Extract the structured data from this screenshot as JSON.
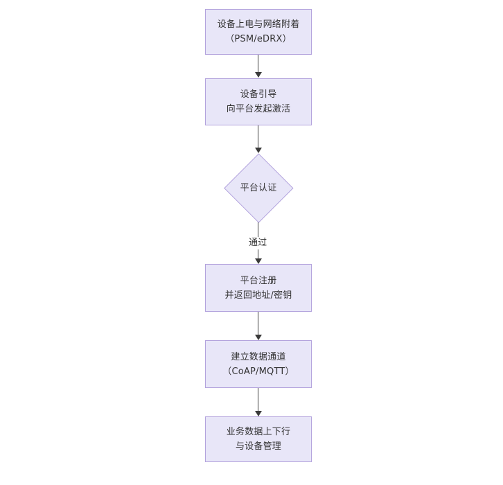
{
  "diagram": {
    "title_visible": false,
    "background_color": "#ffffff",
    "node_fill": "#e8e6f8",
    "node_border": "#b3a3dd",
    "text_color": "#333333",
    "edge_color": "#3a3a3a",
    "orientation": "top-to-bottom",
    "nodes": [
      {
        "id": "power-on",
        "shape": "rectangle",
        "line1": "设备上电与网络附着",
        "line2": "（PSM/eDRX）"
      },
      {
        "id": "bootstrap",
        "shape": "rectangle",
        "line1": "设备引导",
        "line2": "向平台发起激活"
      },
      {
        "id": "platform-auth",
        "shape": "diamond",
        "line1": "平台认证",
        "line2": ""
      },
      {
        "id": "platform-register",
        "shape": "rectangle",
        "line1": "平台注册",
        "line2": "并返回地址/密钥"
      },
      {
        "id": "data-channel",
        "shape": "rectangle",
        "line1": "建立数据通道",
        "line2": "（CoAP/MQTT）"
      },
      {
        "id": "business-data",
        "shape": "rectangle",
        "line1": "业务数据上下行",
        "line2": "与设备管理"
      }
    ],
    "edges": [
      {
        "id": "e1",
        "from": "power-on",
        "to": "bootstrap",
        "label": ""
      },
      {
        "id": "e2",
        "from": "bootstrap",
        "to": "platform-auth",
        "label": ""
      },
      {
        "id": "e3",
        "from": "platform-auth",
        "to": "platform-register",
        "label": "通过"
      },
      {
        "id": "e4",
        "from": "platform-register",
        "to": "data-channel",
        "label": ""
      },
      {
        "id": "e5",
        "from": "data-channel",
        "to": "business-data",
        "label": ""
      }
    ]
  }
}
